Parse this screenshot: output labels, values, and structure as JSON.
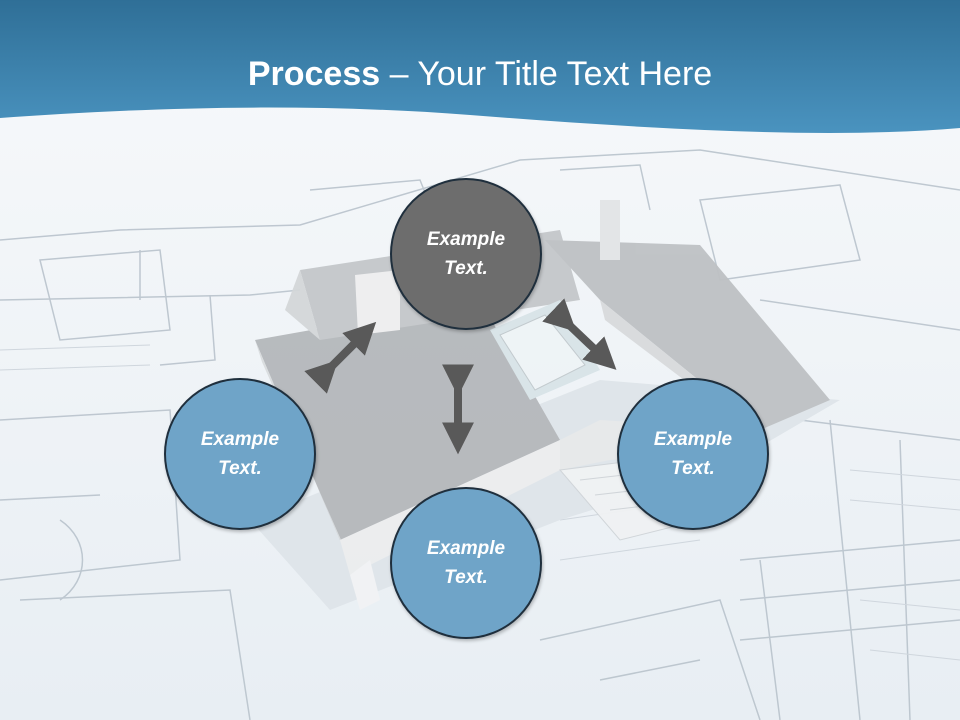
{
  "slide": {
    "title_bold": "Process",
    "title_rest": " – Your Title Text Here"
  },
  "nodes": {
    "top": "Example Text.",
    "left": "Example Text.",
    "right": "Example Text.",
    "bottom": "Example Text."
  },
  "colors": {
    "header": "#3f88b4",
    "node_primary": "#6d6d6d",
    "node_secondary": "#6fa4c8",
    "arrow": "#595959"
  }
}
